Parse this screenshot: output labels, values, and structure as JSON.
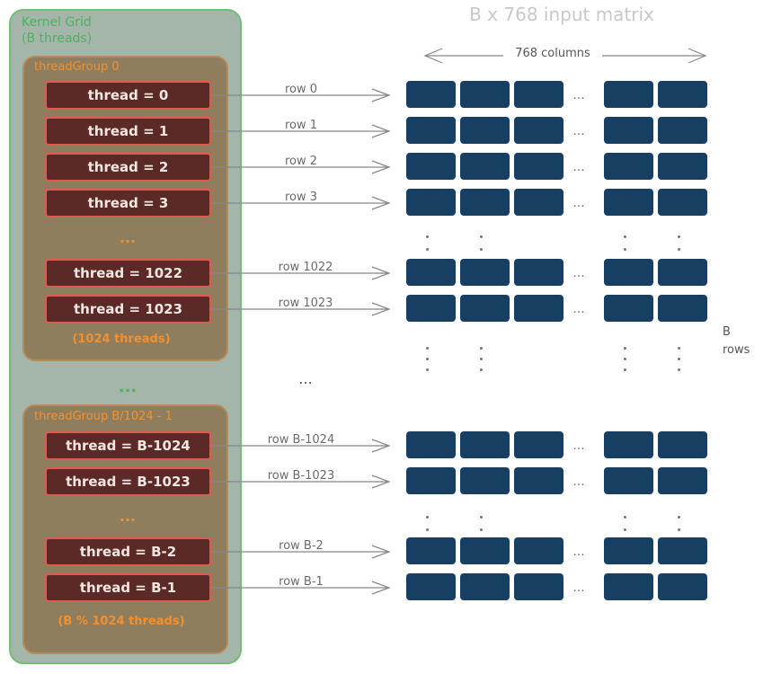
{
  "kernel_grid": {
    "title": "Kernel Grid\n(B threads)",
    "dots": "..."
  },
  "group0": {
    "label": "threadGroup 0",
    "threads": [
      "thread = 0",
      "thread = 1",
      "thread = 2",
      "thread = 3",
      "thread = 1022",
      "thread = 1023"
    ],
    "dots": "...",
    "count": "(1024 threads)"
  },
  "group_last": {
    "label": "threadGroup B/1024 - 1",
    "threads": [
      "thread = B-1024",
      "thread = B-1023",
      "thread = B-2",
      "thread = B-1"
    ],
    "dots": "...",
    "count": "(B % 1024 threads)"
  },
  "rows": [
    "row 0",
    "row 1",
    "row 2",
    "row 3",
    "row 1022",
    "row 1023",
    "row B-1024",
    "row B-1023",
    "row B-2",
    "row B-1"
  ],
  "matrix": {
    "title": "B x 768 input matrix",
    "columns_label": "768 columns",
    "rows_label": "B\nrows",
    "ellipsis": "...",
    "middle_dots": "..."
  },
  "colors": {
    "cell": "#173f61",
    "thread": "#5c2a26",
    "group_accent": "#f2902e",
    "grid_accent": "#4fb060"
  }
}
